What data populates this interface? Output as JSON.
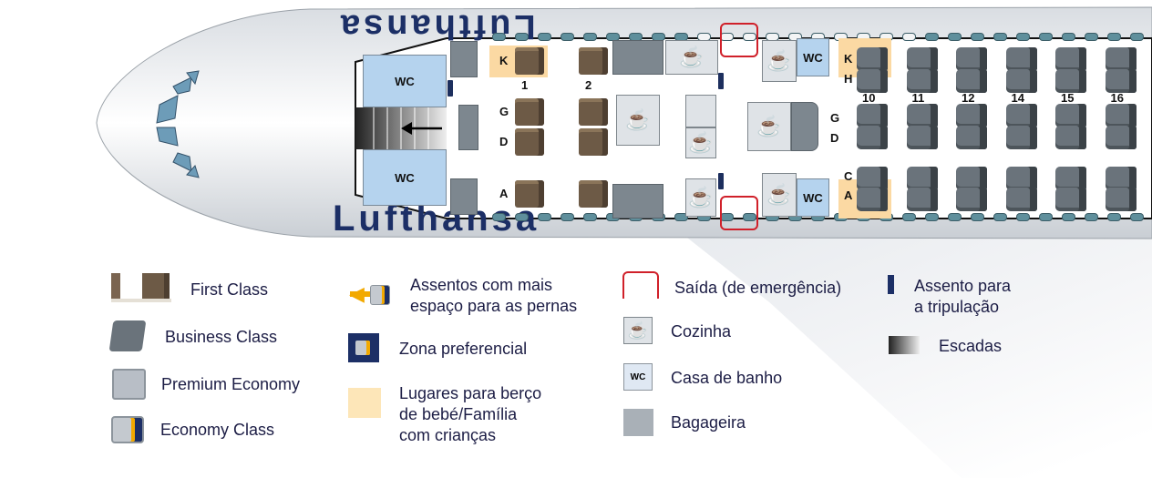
{
  "brand": {
    "logo_text": "Lufthansa",
    "navy": "#1c2f66",
    "exit_red": "#d0202a",
    "family_cream": "#fbd9a3",
    "wc_blue": "#b5d3ee"
  },
  "cabin": {
    "wc_label": "WC",
    "first_class": {
      "rows": [
        "1",
        "2"
      ],
      "letters": [
        "K",
        "G",
        "D",
        "A"
      ]
    },
    "business_class": {
      "rows": [
        "10",
        "11",
        "12",
        "14",
        "15",
        "16"
      ],
      "letters_right": [
        "K",
        "H"
      ],
      "letters_center": [
        "G",
        "D"
      ],
      "letters_left": [
        "C",
        "A"
      ]
    },
    "galley_icon": "coffee-cup-icon"
  },
  "legend": {
    "first_class": "First Class",
    "business_class": "Business Class",
    "premium_economy": "Premium Economy",
    "economy_class": "Economy Class",
    "extra_legroom_1": "Assentos com mais",
    "extra_legroom_2": "espaço para as pernas",
    "preferred_zone": "Zona preferencial",
    "bassinet_1": "Lugares para berço",
    "bassinet_2": "de bebé/Família",
    "bassinet_3": "com crianças",
    "exit": "Saída (de emergência)",
    "galley": "Cozinha",
    "toilet": "Casa de banho",
    "toilet_icon_label": "WC",
    "storage": "Bagageira",
    "crew_seat_1": "Assento para",
    "crew_seat_2": "a tripulação",
    "stairs": "Escadas"
  }
}
